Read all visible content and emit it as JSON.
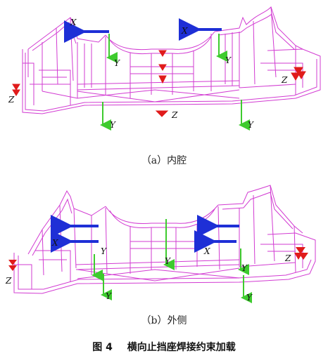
{
  "figure": {
    "number": "图 4",
    "title": "横向止挡座焊接约束加载"
  },
  "panels": [
    {
      "caption": "（a）内腔",
      "labels": {
        "x1": "X",
        "x2": "X",
        "y1": "Y",
        "y2": "Y",
        "y3": "Y",
        "y4": "Y",
        "z1": "Z",
        "z2": "Z",
        "z3": "Z"
      }
    },
    {
      "caption": "（b）外侧",
      "labels": {
        "x1": "X",
        "x2": "X",
        "y1": "Y",
        "y2": "Y",
        "y3": "Y",
        "y4": "Y",
        "y5": "Y",
        "z1": "Z",
        "z2": "Z"
      }
    }
  ],
  "colors": {
    "wireframe": "#d23bd2",
    "x_constraint": "#1e2fd6",
    "y_constraint": "#3ecb2e",
    "z_constraint": "#e01b1b"
  }
}
